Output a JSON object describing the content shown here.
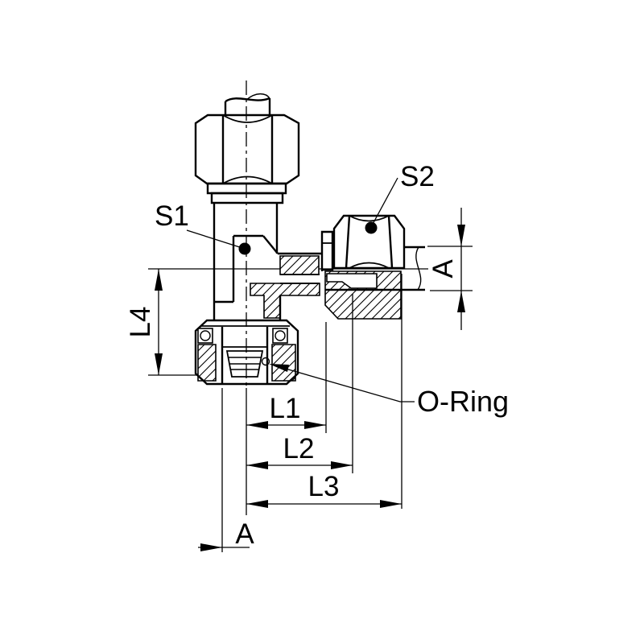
{
  "drawing": {
    "type": "technical-drawing",
    "description": "Sectioned side view of an adjustable elbow compression tube fitting with O-ring",
    "colors": {
      "line": "#000000",
      "background": "#ffffff"
    },
    "labels": {
      "s1": "S1",
      "s2": "S2",
      "o_ring": "O-Ring",
      "dim_l1": "L1",
      "dim_l2": "L2",
      "dim_l3": "L3",
      "dim_l4": "L4",
      "dim_a_right": "A",
      "dim_a_bottom": "A"
    }
  }
}
